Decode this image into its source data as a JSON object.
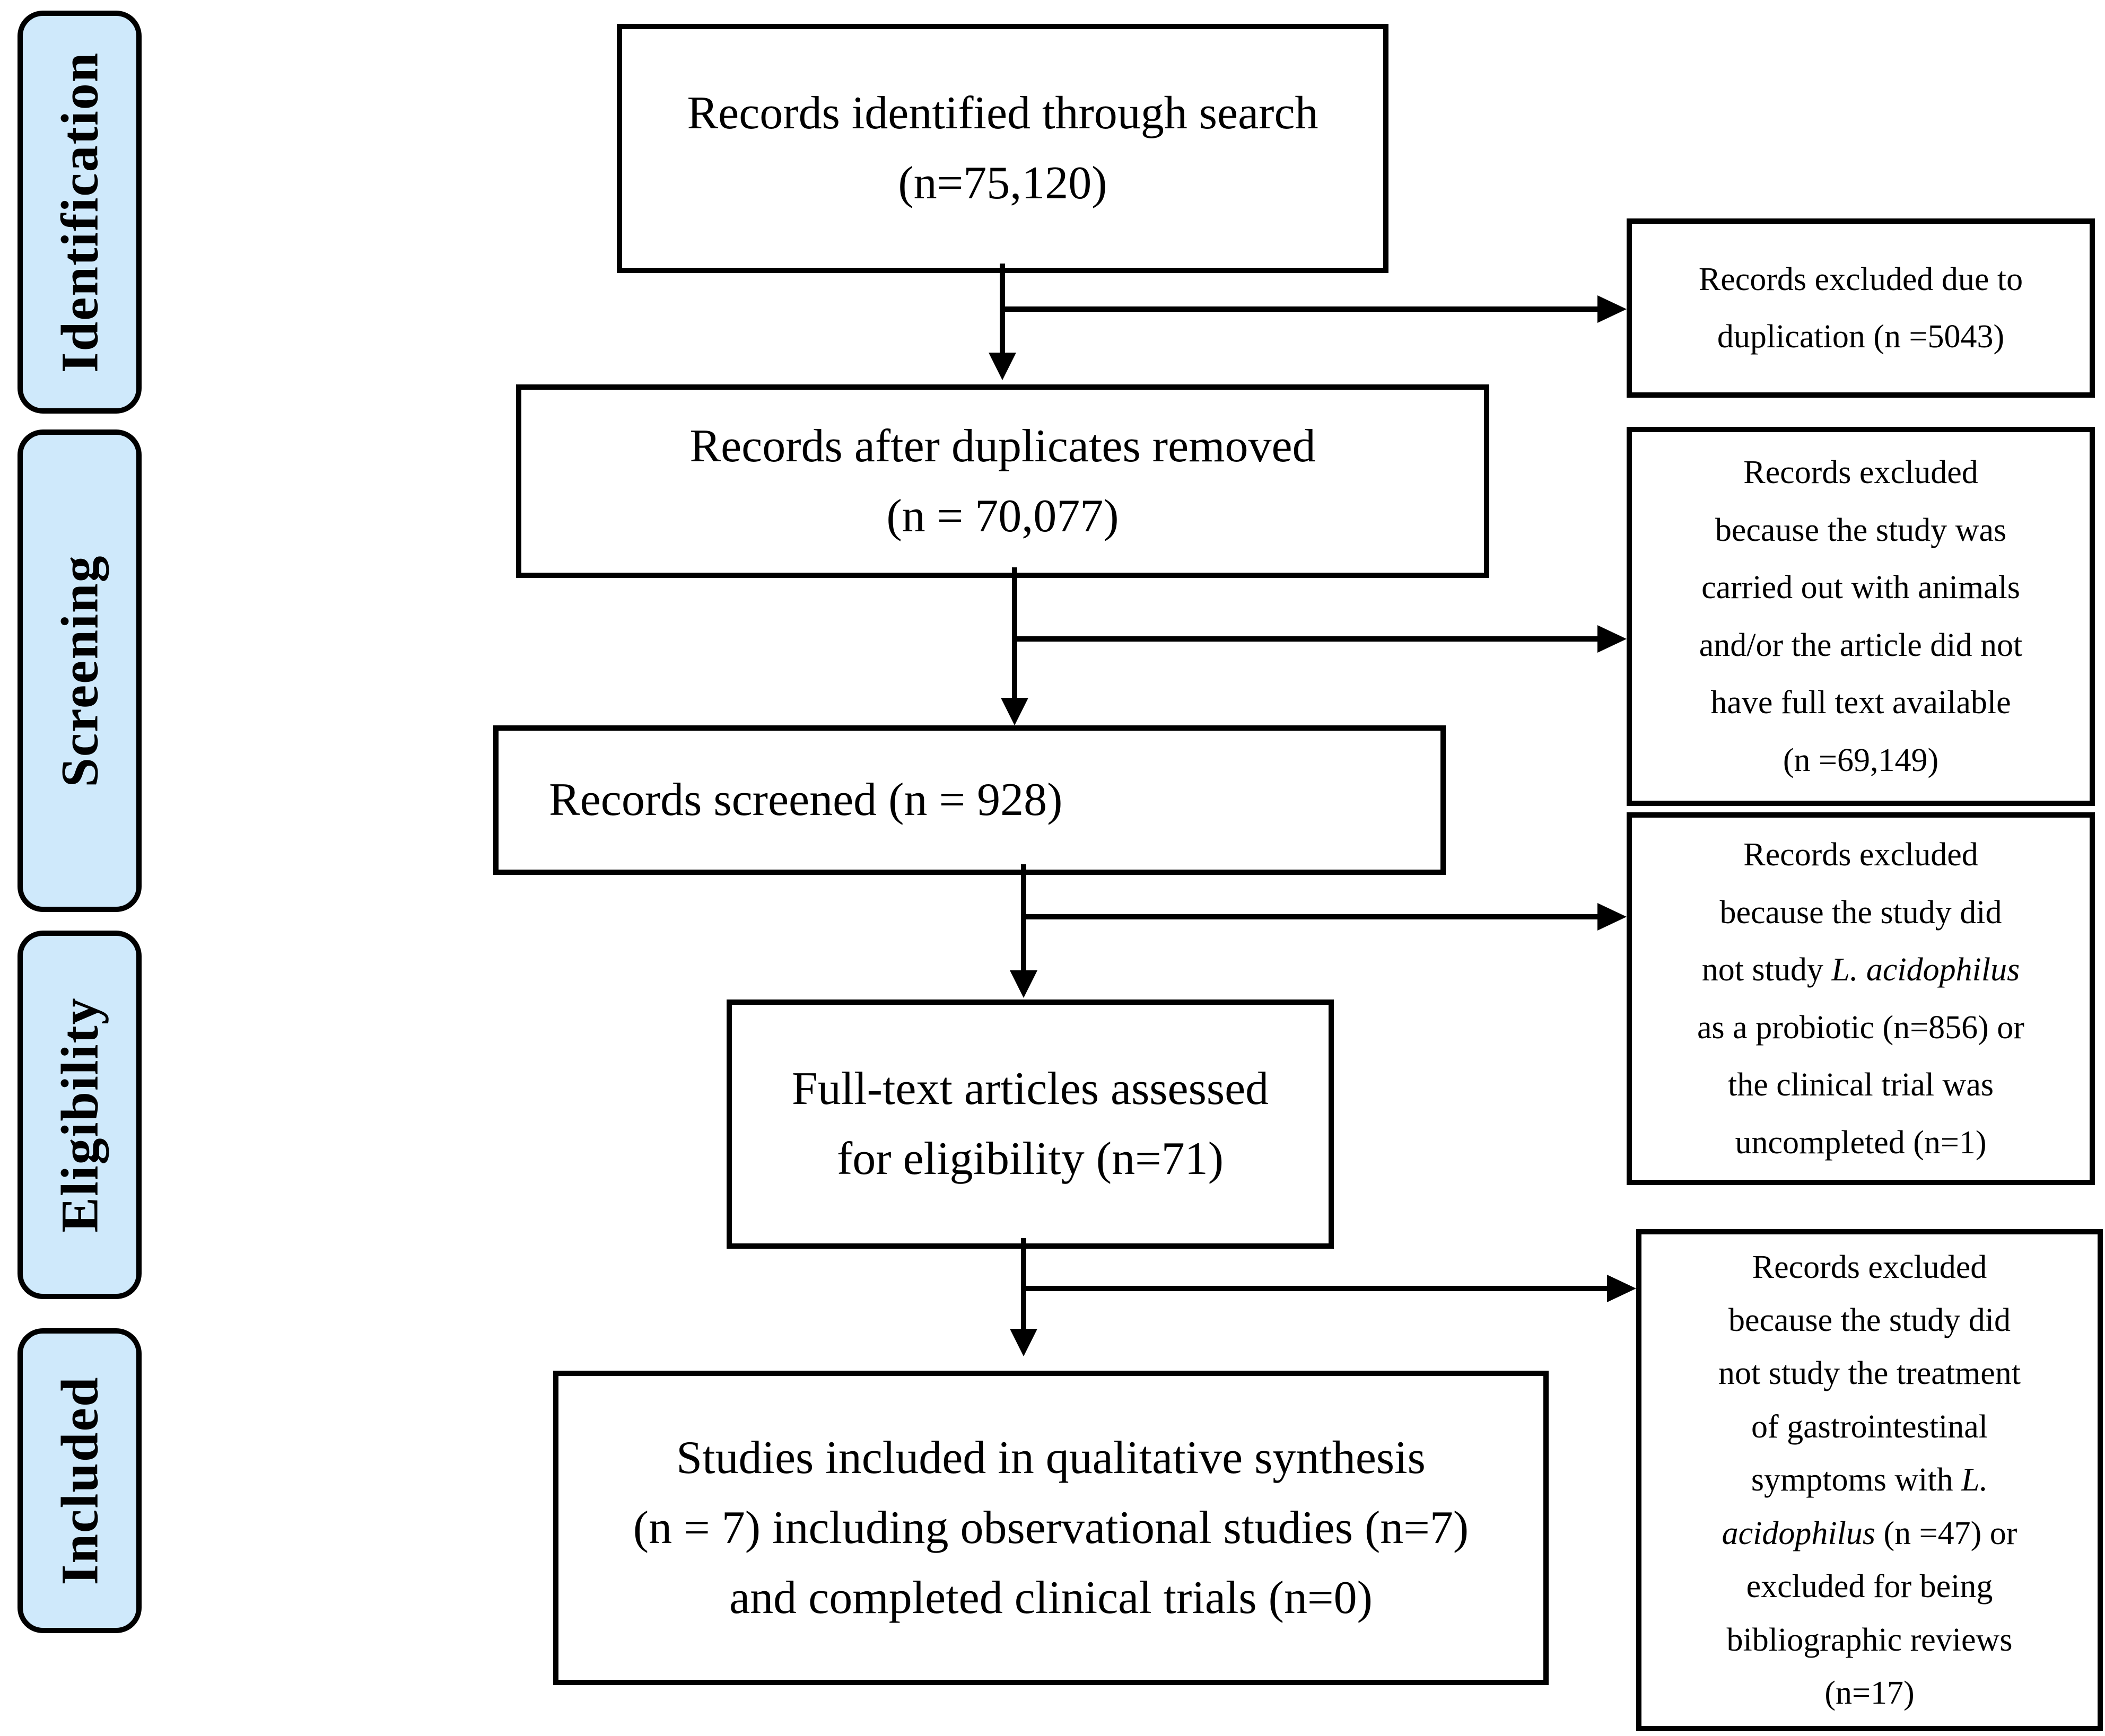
{
  "palette": {
    "stage_fill": "#cfe9fb",
    "box_fill": "#ffffff",
    "stroke": "#000000"
  },
  "stages": [
    {
      "label": "Identification"
    },
    {
      "label": "Screening"
    },
    {
      "label": "Eligibility"
    },
    {
      "label": "Included"
    }
  ],
  "flow_boxes": [
    {
      "lines": [
        [
          "Records identified through search"
        ],
        [
          "(n=75,120)"
        ]
      ]
    },
    {
      "lines": [
        [
          "Records after duplicates removed"
        ],
        [
          "(n = 70,077)"
        ]
      ]
    },
    {
      "lines": [
        [
          "Records screened (n = 928)"
        ]
      ]
    },
    {
      "lines": [
        [
          "Full-text articles assessed"
        ],
        [
          "for eligibility (n=71)"
        ]
      ]
    },
    {
      "lines": [
        [
          "Studies included in qualitative synthesis"
        ],
        [
          "(n = 7) including observational studies (n=7)"
        ],
        [
          "and completed clinical trials (n=0)"
        ]
      ]
    }
  ],
  "exclusion_boxes": [
    {
      "lines": [
        [
          "Records excluded due to"
        ],
        [
          "duplication (n =5043)"
        ]
      ]
    },
    {
      "lines": [
        [
          "Records excluded"
        ],
        [
          "because the study was"
        ],
        [
          "carried out with animals"
        ],
        [
          "and/or the article did not"
        ],
        [
          "have full text available"
        ],
        [
          "(n =69,149)"
        ]
      ]
    },
    {
      "lines": [
        [
          "Records excluded"
        ],
        [
          "because the study did"
        ],
        [
          "not study ",
          {
            "i": "L. acidophilus"
          }
        ],
        [
          "as a probiotic (n=856) or"
        ],
        [
          "the clinical trial was"
        ],
        [
          "uncompleted (n=1)"
        ]
      ]
    },
    {
      "lines": [
        [
          "Records excluded"
        ],
        [
          "because the study did"
        ],
        [
          "not study the treatment"
        ],
        [
          "of gastrointestinal"
        ],
        [
          "symptoms with ",
          {
            "i": "L."
          }
        ],
        [
          {
            "i": "acidophilus"
          },
          " (n =47) or"
        ],
        [
          "excluded for being"
        ],
        [
          "bibliographic reviews"
        ],
        [
          "(n=17)"
        ]
      ]
    }
  ]
}
